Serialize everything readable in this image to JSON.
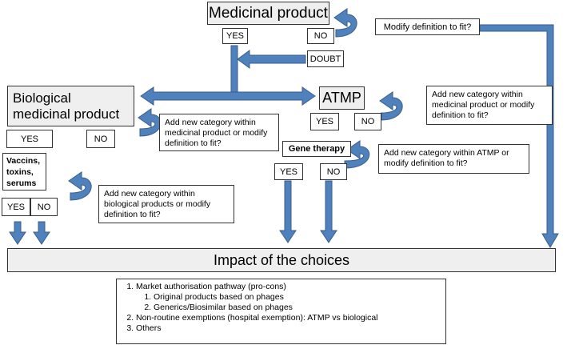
{
  "nodes": {
    "medicinal": "Medicinal product",
    "medicinal_yes": "YES",
    "medicinal_no": "NO",
    "doubt": "DOUBT",
    "modify_fit": "Modify definition to fit?",
    "biological_line1": "Biological",
    "biological_line2": "medicinal product",
    "bio_yes": "YES",
    "bio_no": "NO",
    "bio_note": "Add new category within medicinal product or modify definition to fit?",
    "atmp": "ATMP",
    "atmp_yes": "YES",
    "atmp_no": "NO",
    "atmp_note": "Add new category within medicinal product or modify definition to fit?",
    "gene": "Gene therapy",
    "gene_yes": "YES",
    "gene_no": "NO",
    "gene_note": "Add new category within ATMP or modify definition to fit?",
    "vaccins_l1": "Vaccins,",
    "vaccins_l2": "toxins,",
    "vaccins_l3": "serums",
    "vac_yes": "YES",
    "vac_no": "NO",
    "vac_note": "Add new category within biological products or modify definition to fit?",
    "impact": "Impact of the choices"
  },
  "impact_list": {
    "item1": "Market authorisation pathway (pro-cons)",
    "item1_sub1": "Original products based on phages",
    "item1_sub2": "Generics/Biosimilar based on phages",
    "item2": "Non-routine exemptions (hospital exemption): ATMP vs biological",
    "item3": "Others"
  },
  "colors": {
    "arrow_fill": "#4f81bd",
    "arrow_stroke": "#385d8a",
    "box_gray": "#efefef"
  }
}
